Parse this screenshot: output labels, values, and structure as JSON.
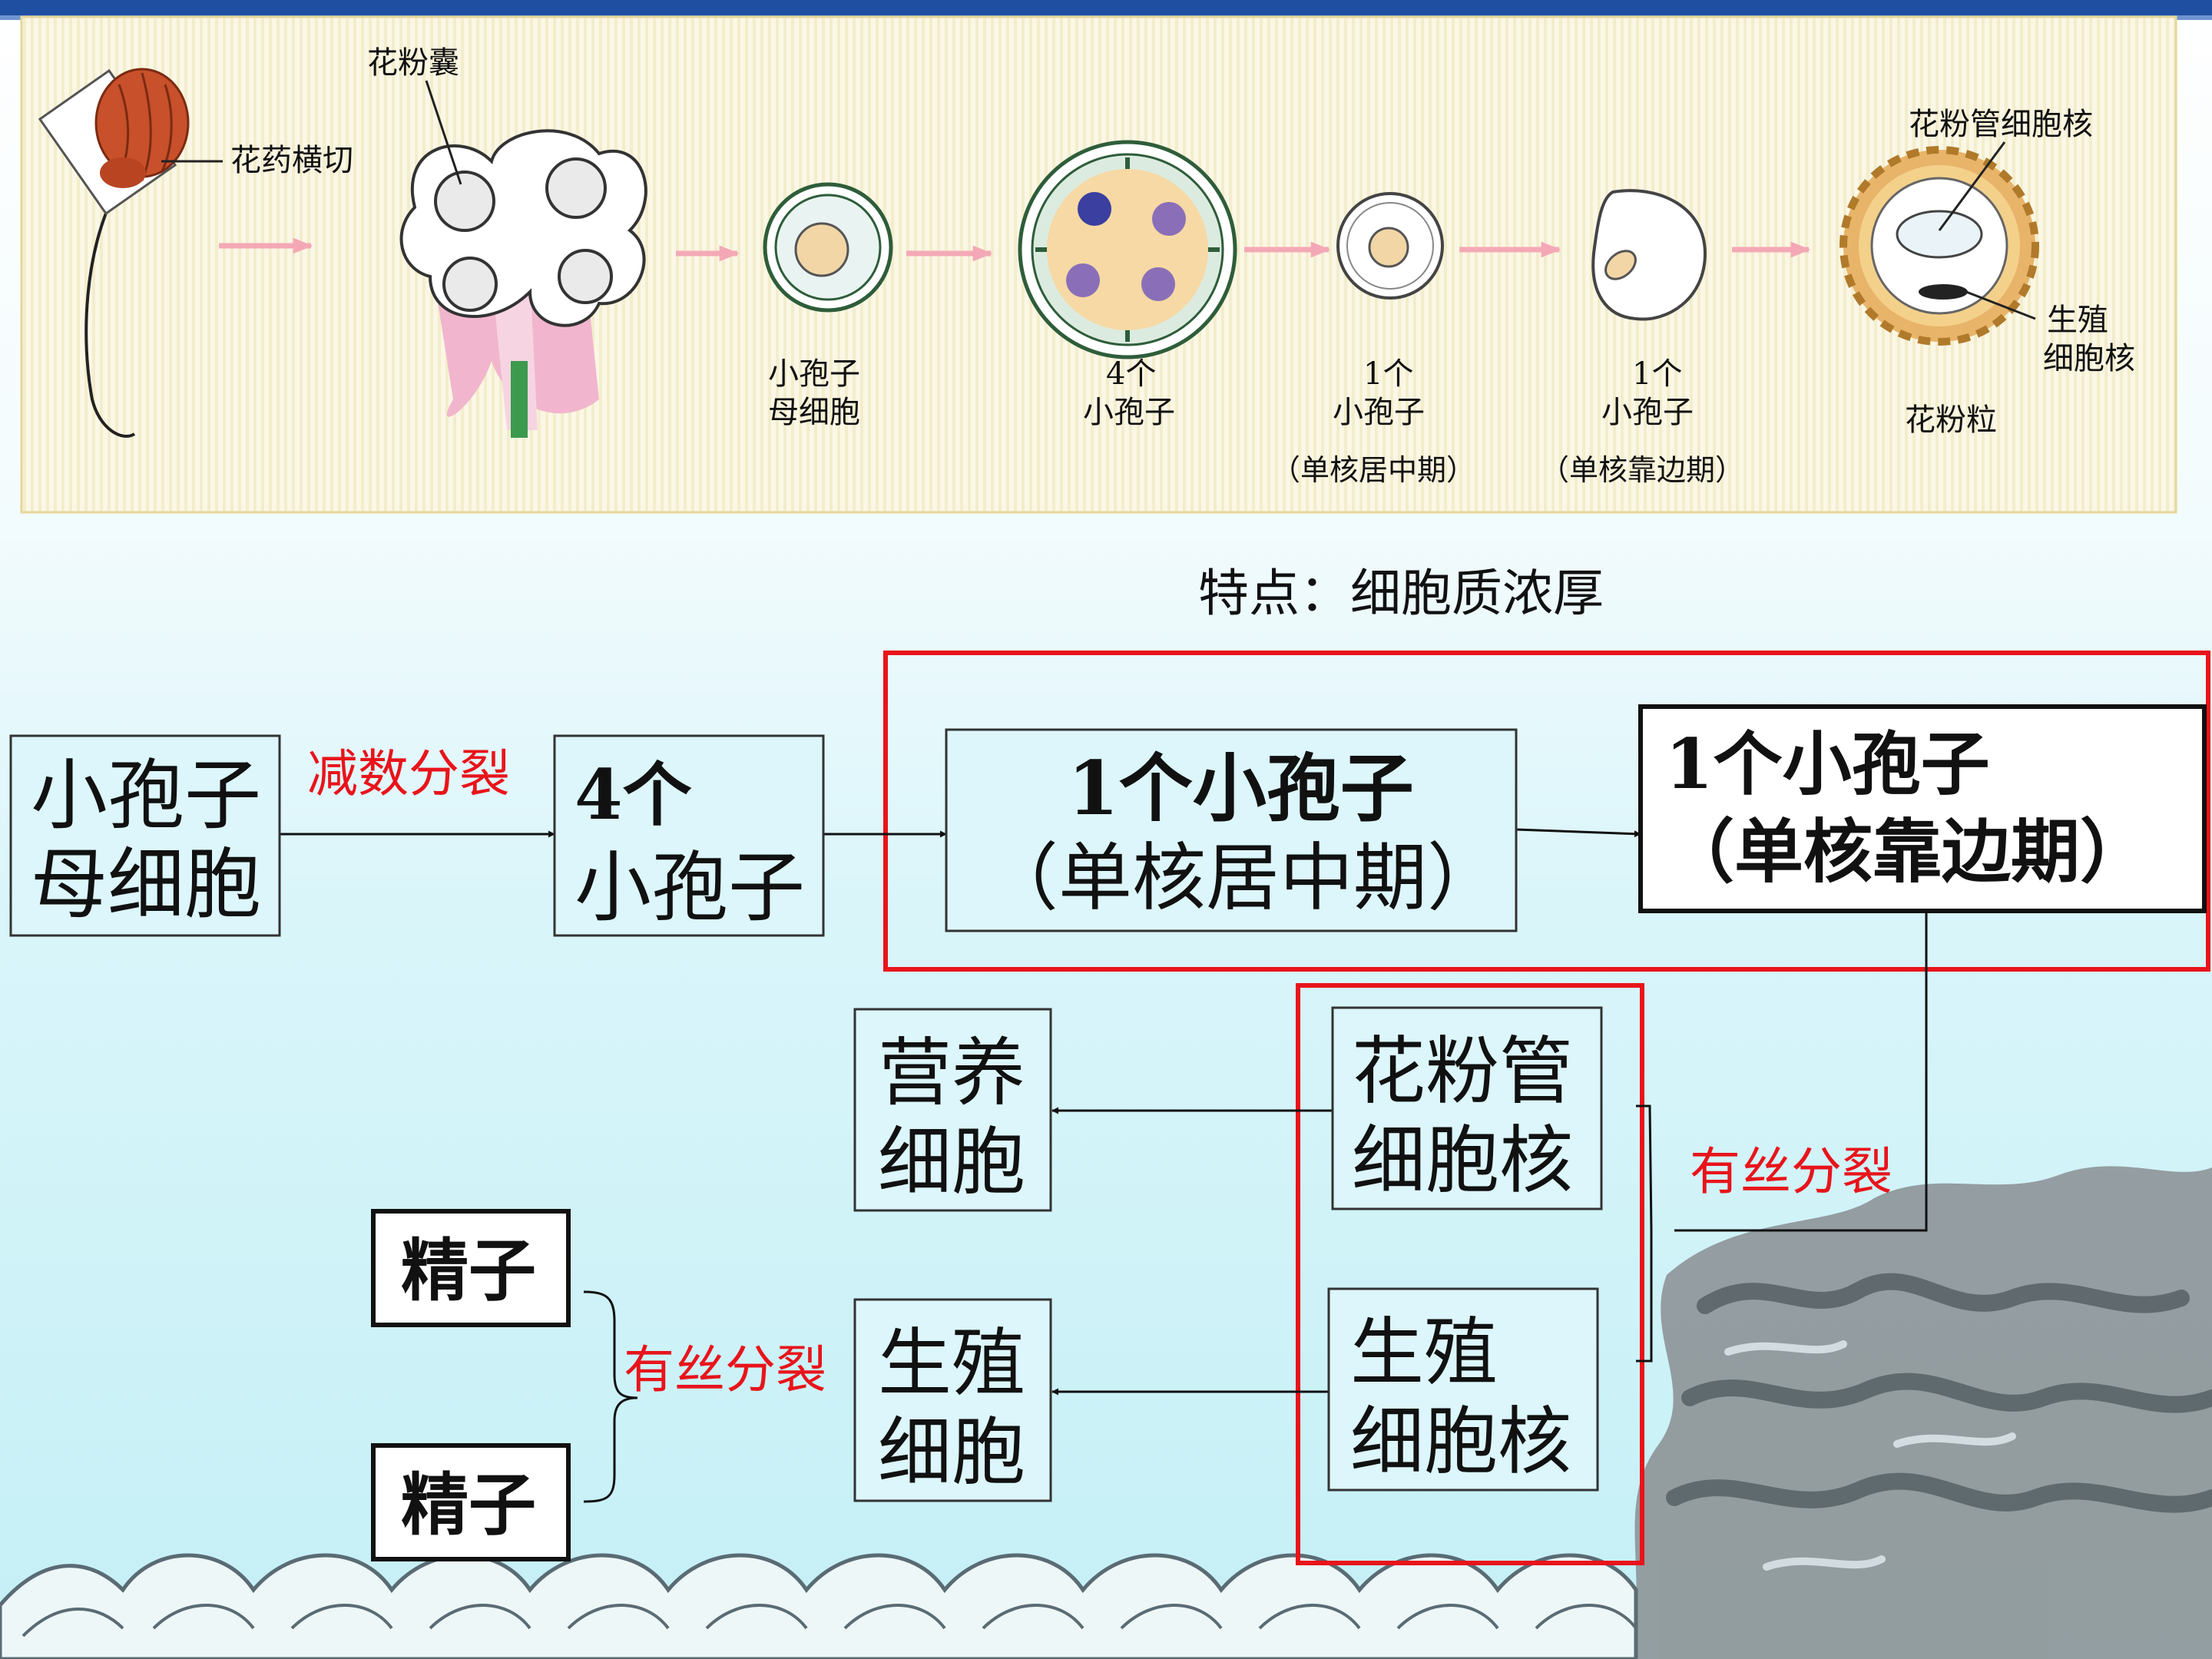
{
  "illustration": {
    "labels": {
      "pollen_sac": "花粉囊",
      "anther_cross_section": "花药横切",
      "microspore_mother_cell": [
        "小孢子",
        "母细胞"
      ],
      "four_microspores": [
        "4个",
        "小孢子"
      ],
      "one_microspore_central": [
        "1个",
        "小孢子",
        "（单核居中期）"
      ],
      "one_microspore_side": [
        "1个",
        "小孢子",
        "（单核靠边期）"
      ],
      "pollen_grain": "花粉粒",
      "pollen_tube_nucleus": "花粉管细胞核",
      "generative_nucleus": [
        "生殖",
        "细胞核"
      ]
    }
  },
  "feature_note": "特点：细胞质浓厚",
  "flow": {
    "mother_cell": [
      "小孢子",
      "母细胞"
    ],
    "meiosis": "减数分裂",
    "four_microspores": [
      "4个",
      "小孢子"
    ],
    "central_stage": [
      "1个小孢子",
      "（单核居中期）"
    ],
    "side_stage": [
      "1个小孢子",
      "（单核靠边期）"
    ],
    "mitosis_1": "有丝分裂",
    "pollen_tube_nucleus": [
      "花粉管",
      "细胞核"
    ],
    "generative_nucleus": [
      "生殖",
      "细胞核"
    ],
    "vegetative_cell": [
      "营养",
      "细胞"
    ],
    "generative_cell": [
      "生殖",
      "细胞"
    ],
    "mitosis_2": "有丝分裂",
    "sperm_1": "精子",
    "sperm_2": "精子"
  },
  "colors": {
    "title_bar": "#1f4fa0",
    "highlight_red": "#e8141b",
    "label_red": "#e8141b",
    "box_fill": "#dcf6fb",
    "illustration_bg": "#fbf7e6",
    "anther": "#c8502a",
    "wave": "#5a6b74"
  }
}
